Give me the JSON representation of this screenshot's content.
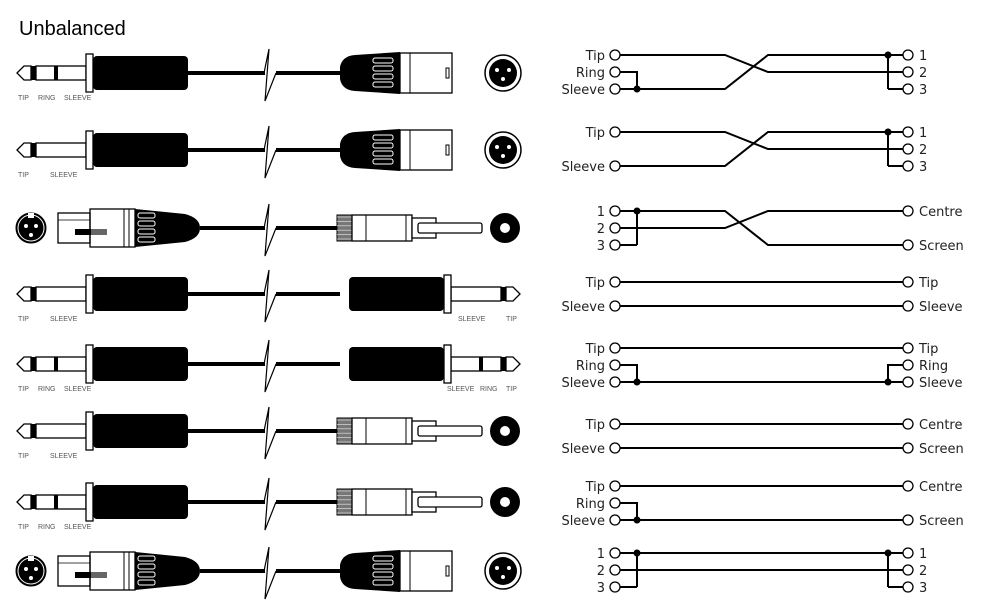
{
  "title": "Unbalanced",
  "colors": {
    "ink": "#000000",
    "background": "#ffffff",
    "label": "#555555"
  },
  "rows": [
    {
      "left_connector": "trs-jack",
      "right_connector": "xlr-male",
      "left_plug_labels": [
        "TIP",
        "RING",
        "SLEEVE"
      ],
      "right_plug_labels": [],
      "wiring": {
        "left_pins": [
          "Tip",
          "Ring",
          "Sleeve"
        ],
        "right_pins": [
          "1",
          "2",
          "3"
        ],
        "wires": [
          [
            0,
            1
          ],
          [
            2,
            0
          ]
        ],
        "left_links": [
          [
            1,
            2
          ]
        ],
        "right_links": [
          [
            0,
            2
          ]
        ]
      }
    },
    {
      "left_connector": "ts-jack",
      "right_connector": "xlr-male",
      "left_plug_labels": [
        "TIP",
        "SLEEVE"
      ],
      "right_plug_labels": [],
      "wiring": {
        "left_pins": [
          "Tip",
          "Sleeve"
        ],
        "right_pins": [
          "1",
          "2",
          "3"
        ],
        "wires": [
          [
            0,
            1
          ],
          [
            1,
            0
          ]
        ],
        "left_links": [],
        "right_links": [
          [
            0,
            2
          ]
        ]
      }
    },
    {
      "left_connector": "xlr-female",
      "right_connector": "rca",
      "left_plug_labels": [],
      "right_plug_labels": [],
      "wiring": {
        "left_pins": [
          "1",
          "2",
          "3"
        ],
        "right_pins": [
          "Centre",
          "Screen"
        ],
        "wires": [
          [
            0,
            1
          ],
          [
            1,
            0
          ]
        ],
        "left_links": [
          [
            0,
            2
          ]
        ],
        "right_links": []
      }
    },
    {
      "left_connector": "ts-jack",
      "right_connector": "ts-jack",
      "left_plug_labels": [
        "TIP",
        "SLEEVE"
      ],
      "right_plug_labels": [
        "SLEEVE",
        "TIP"
      ],
      "wiring": {
        "left_pins": [
          "Tip",
          "Sleeve"
        ],
        "right_pins": [
          "Tip",
          "Sleeve"
        ],
        "wires": [
          [
            0,
            0
          ],
          [
            1,
            1
          ]
        ],
        "left_links": [],
        "right_links": []
      }
    },
    {
      "left_connector": "trs-jack",
      "right_connector": "trs-jack",
      "left_plug_labels": [
        "TIP",
        "RING",
        "SLEEVE"
      ],
      "right_plug_labels": [
        "SLEEVE",
        "RING",
        "TIP"
      ],
      "wiring": {
        "left_pins": [
          "Tip",
          "Ring",
          "Sleeve"
        ],
        "right_pins": [
          "Tip",
          "Ring",
          "Sleeve"
        ],
        "wires": [
          [
            0,
            0
          ],
          [
            2,
            2
          ]
        ],
        "left_links": [
          [
            1,
            2
          ]
        ],
        "right_links": [
          [
            1,
            2
          ]
        ]
      }
    },
    {
      "left_connector": "ts-jack",
      "right_connector": "rca",
      "left_plug_labels": [
        "TIP",
        "SLEEVE"
      ],
      "right_plug_labels": [],
      "wiring": {
        "left_pins": [
          "Tip",
          "Sleeve"
        ],
        "right_pins": [
          "Centre",
          "Screen"
        ],
        "wires": [
          [
            0,
            0
          ],
          [
            1,
            1
          ]
        ],
        "left_links": [],
        "right_links": []
      }
    },
    {
      "left_connector": "trs-jack",
      "right_connector": "rca",
      "left_plug_labels": [
        "TIP",
        "RING",
        "SLEEVE"
      ],
      "right_plug_labels": [],
      "wiring": {
        "left_pins": [
          "Tip",
          "Ring",
          "Sleeve"
        ],
        "right_pins": [
          "Centre",
          "Screen"
        ],
        "wires": [
          [
            0,
            0
          ],
          [
            2,
            1
          ]
        ],
        "left_links": [
          [
            1,
            2
          ]
        ],
        "right_links": []
      }
    },
    {
      "left_connector": "xlr-female",
      "right_connector": "xlr-male",
      "left_plug_labels": [],
      "right_plug_labels": [],
      "wiring": {
        "left_pins": [
          "1",
          "2",
          "3"
        ],
        "right_pins": [
          "1",
          "2",
          "3"
        ],
        "wires": [
          [
            0,
            0
          ],
          [
            1,
            1
          ]
        ],
        "left_links": [
          [
            0,
            2
          ]
        ],
        "right_links": [
          [
            0,
            2
          ]
        ]
      }
    }
  ]
}
